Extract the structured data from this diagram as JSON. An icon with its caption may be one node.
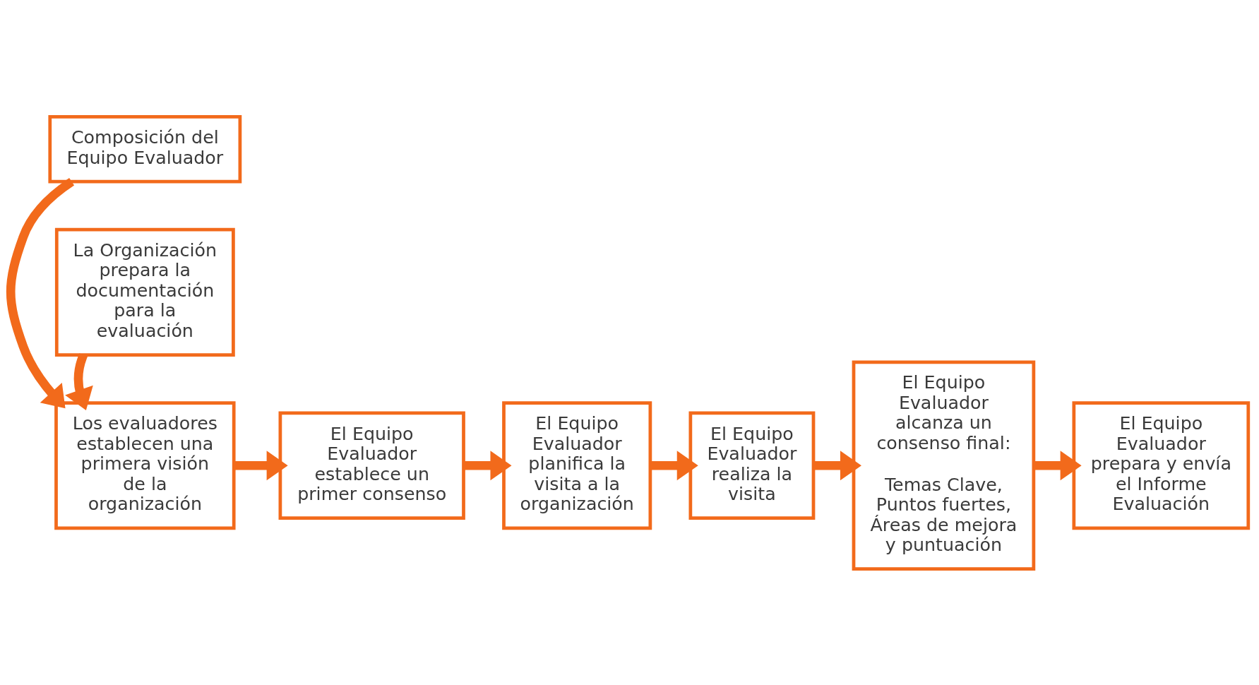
{
  "diagram": {
    "nodes": [
      {
        "text": [
          "Composición del Equipo Evaluador"
        ]
      },
      {
        "text": [
          "Los evaluadores establecen una primera visión de la organización"
        ]
      },
      {
        "text": [
          "El Equipo Evaluador establece un primer consenso"
        ]
      },
      {
        "text": [
          "El Equipo Evaluador planifica la visita a la organización"
        ]
      },
      {
        "text": [
          "El Equipo Evaluador realiza la visita"
        ]
      },
      {
        "text": [
          "El Equipo Evaluador alcanza un consenso final:",
          "Temas Clave, Puntos fuertes, Áreas de mejora y puntuación"
        ]
      },
      {
        "text": [
          "El Equipo Evaluador prepara y envía el Informe Evaluación"
        ]
      },
      {
        "text": [
          "La Organización prepara la documentación para la evaluación"
        ]
      }
    ],
    "edges": [
      {
        "from": 0,
        "to": 1,
        "arrow": "to"
      },
      {
        "from": 7,
        "to": 1,
        "arrow": "to"
      },
      {
        "from": 1,
        "to": 2,
        "arrow": "to"
      },
      {
        "from": 2,
        "to": 3,
        "arrow": "to"
      },
      {
        "from": 3,
        "to": 4,
        "arrow": "to"
      },
      {
        "from": 4,
        "to": 5,
        "arrow": "to"
      },
      {
        "from": 5,
        "to": 6,
        "arrow": "to"
      }
    ]
  }
}
